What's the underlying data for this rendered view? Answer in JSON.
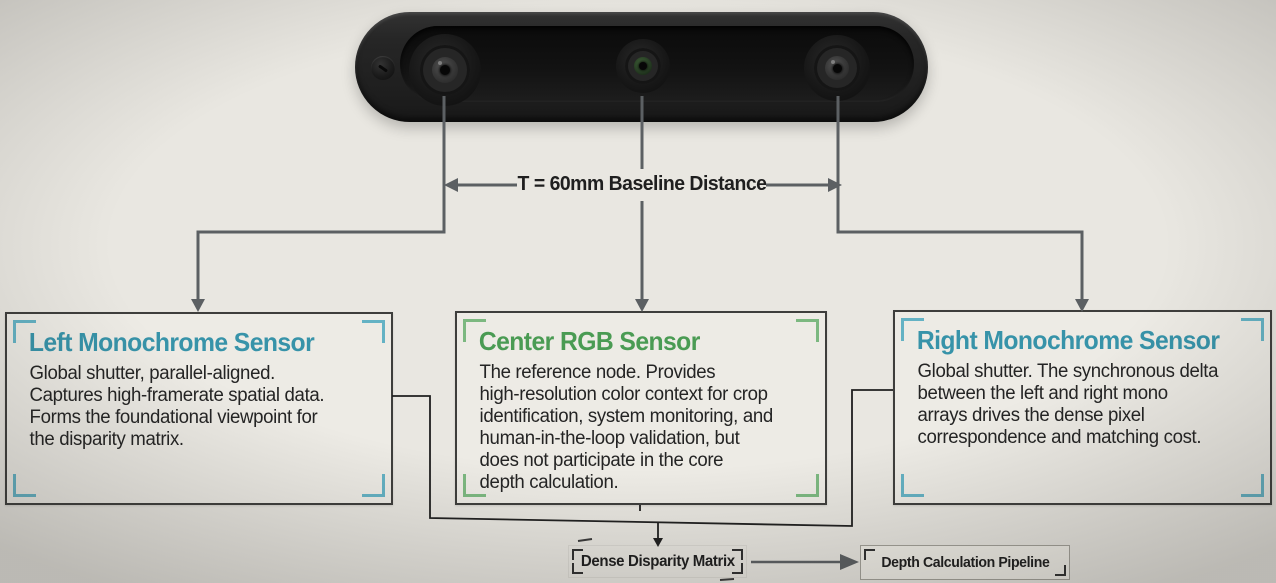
{
  "colors": {
    "background": "#e9e7e1",
    "teal-accent": "#3793a9",
    "teal-bracket": "#64b2c4",
    "green-accent": "#4a9b53",
    "green-bracket": "#7cb880",
    "body-text": "#242424",
    "connector-gray": "#5c6063",
    "connector-dark": "#1f1f1f",
    "box-border": "#3e3e3c"
  },
  "baseline": {
    "label": "T = 60mm Baseline Distance"
  },
  "boxes": {
    "left": {
      "title": "Left Monochrome Sensor",
      "body": "Global shutter, parallel-aligned.\nCaptures high-framerate spatial data.\nForms the foundational viewpoint for\nthe disparity matrix."
    },
    "center": {
      "title": "Center RGB Sensor",
      "body": "The reference node. Provides\nhigh-resolution color context for crop\nidentification, system monitoring, and\nhuman-in-the-loop validation, but\ndoes not participate in the core\ndepth calculation."
    },
    "right": {
      "title": "Right Monochrome Sensor",
      "body": "Global shutter. The synchronous delta\nbetween the left and right mono\narrays drives the dense pixel\ncorrespondence and matching cost."
    }
  },
  "pipeline": {
    "disparity_label": "Dense Disparity Matrix",
    "depth_label": "Depth Calculation Pipeline"
  }
}
